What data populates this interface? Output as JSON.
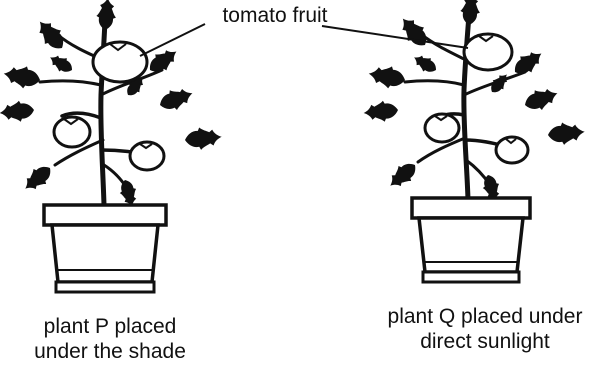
{
  "diagram": {
    "fruit_label": "tomato fruit",
    "plant_p": {
      "line1": "plant P placed",
      "line2": "under the shade"
    },
    "plant_q": {
      "line1": "plant Q placed under",
      "line2": "direct sunlight"
    },
    "colors": {
      "ink": "#111111",
      "paper": "#ffffff"
    }
  }
}
